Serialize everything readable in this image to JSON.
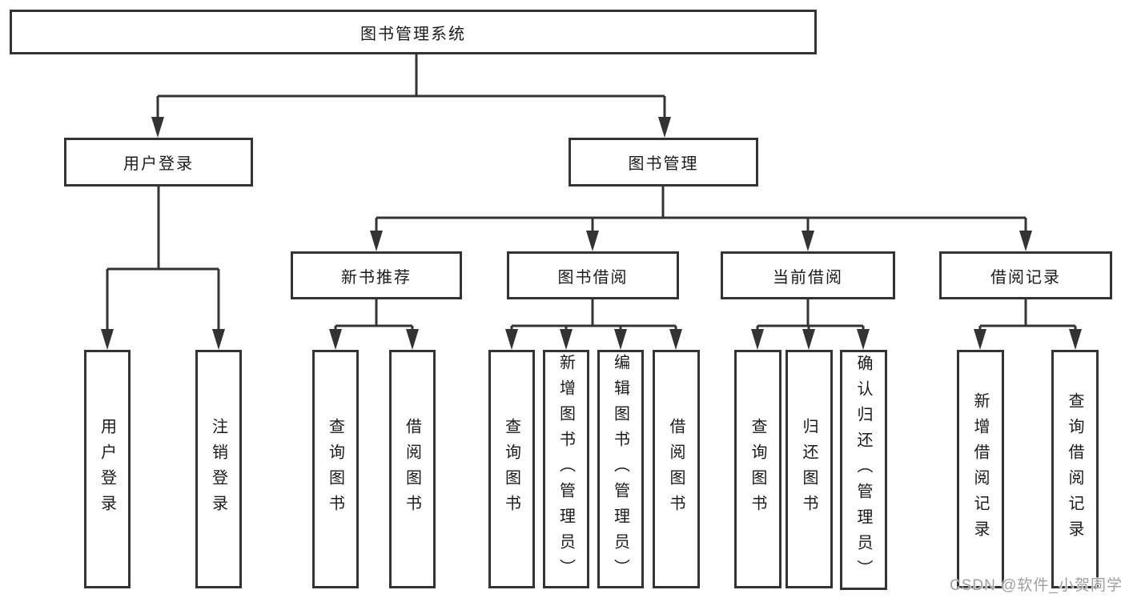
{
  "diagram": {
    "root": {
      "label": "图书管理系统"
    },
    "branches": [
      {
        "label": "用户登录",
        "children": [
          {
            "label": "用户登录"
          },
          {
            "label": "注销登录"
          }
        ]
      },
      {
        "label": "图书管理",
        "children": [
          {
            "label": "新书推荐",
            "children": [
              {
                "label": "查询图书"
              },
              {
                "label": "借阅图书"
              }
            ]
          },
          {
            "label": "图书借阅",
            "children": [
              {
                "label": "查询图书"
              },
              {
                "label": "新增图书（管理员）"
              },
              {
                "label": "编辑图书（管理员）"
              },
              {
                "label": "借阅图书"
              }
            ]
          },
          {
            "label": "当前借阅",
            "children": [
              {
                "label": "查询图书"
              },
              {
                "label": "归还图书"
              },
              {
                "label": "确认归还（管理员）"
              }
            ]
          },
          {
            "label": "借阅记录",
            "children": [
              {
                "label": "新增借阅记录"
              },
              {
                "label": "查询借阅记录"
              }
            ]
          }
        ]
      }
    ]
  },
  "watermark": {
    "text": "CSDN @软件_小贺同学"
  },
  "colors": {
    "line": "#333333",
    "box_border": "#333333",
    "text": "#1a1a1a",
    "watermark": "#9e9e9e",
    "background": "#ffffff"
  }
}
